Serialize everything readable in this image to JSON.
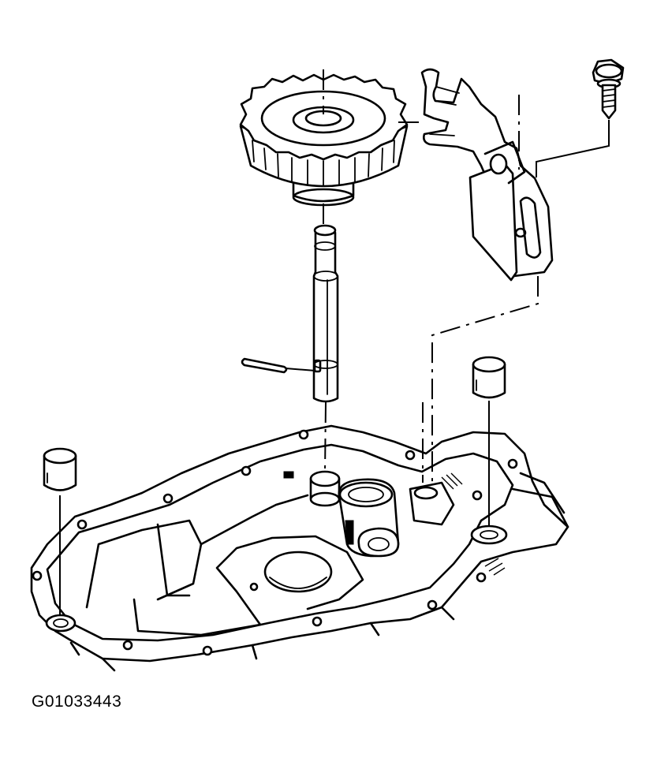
{
  "figure": {
    "code": "G01033443"
  },
  "parts": [
    "drive-gear",
    "gear-shaft",
    "retaining-pin",
    "speed-sensor-bracket",
    "bracket-bolt",
    "dowel-pin-left",
    "dowel-pin-right",
    "case-half"
  ]
}
